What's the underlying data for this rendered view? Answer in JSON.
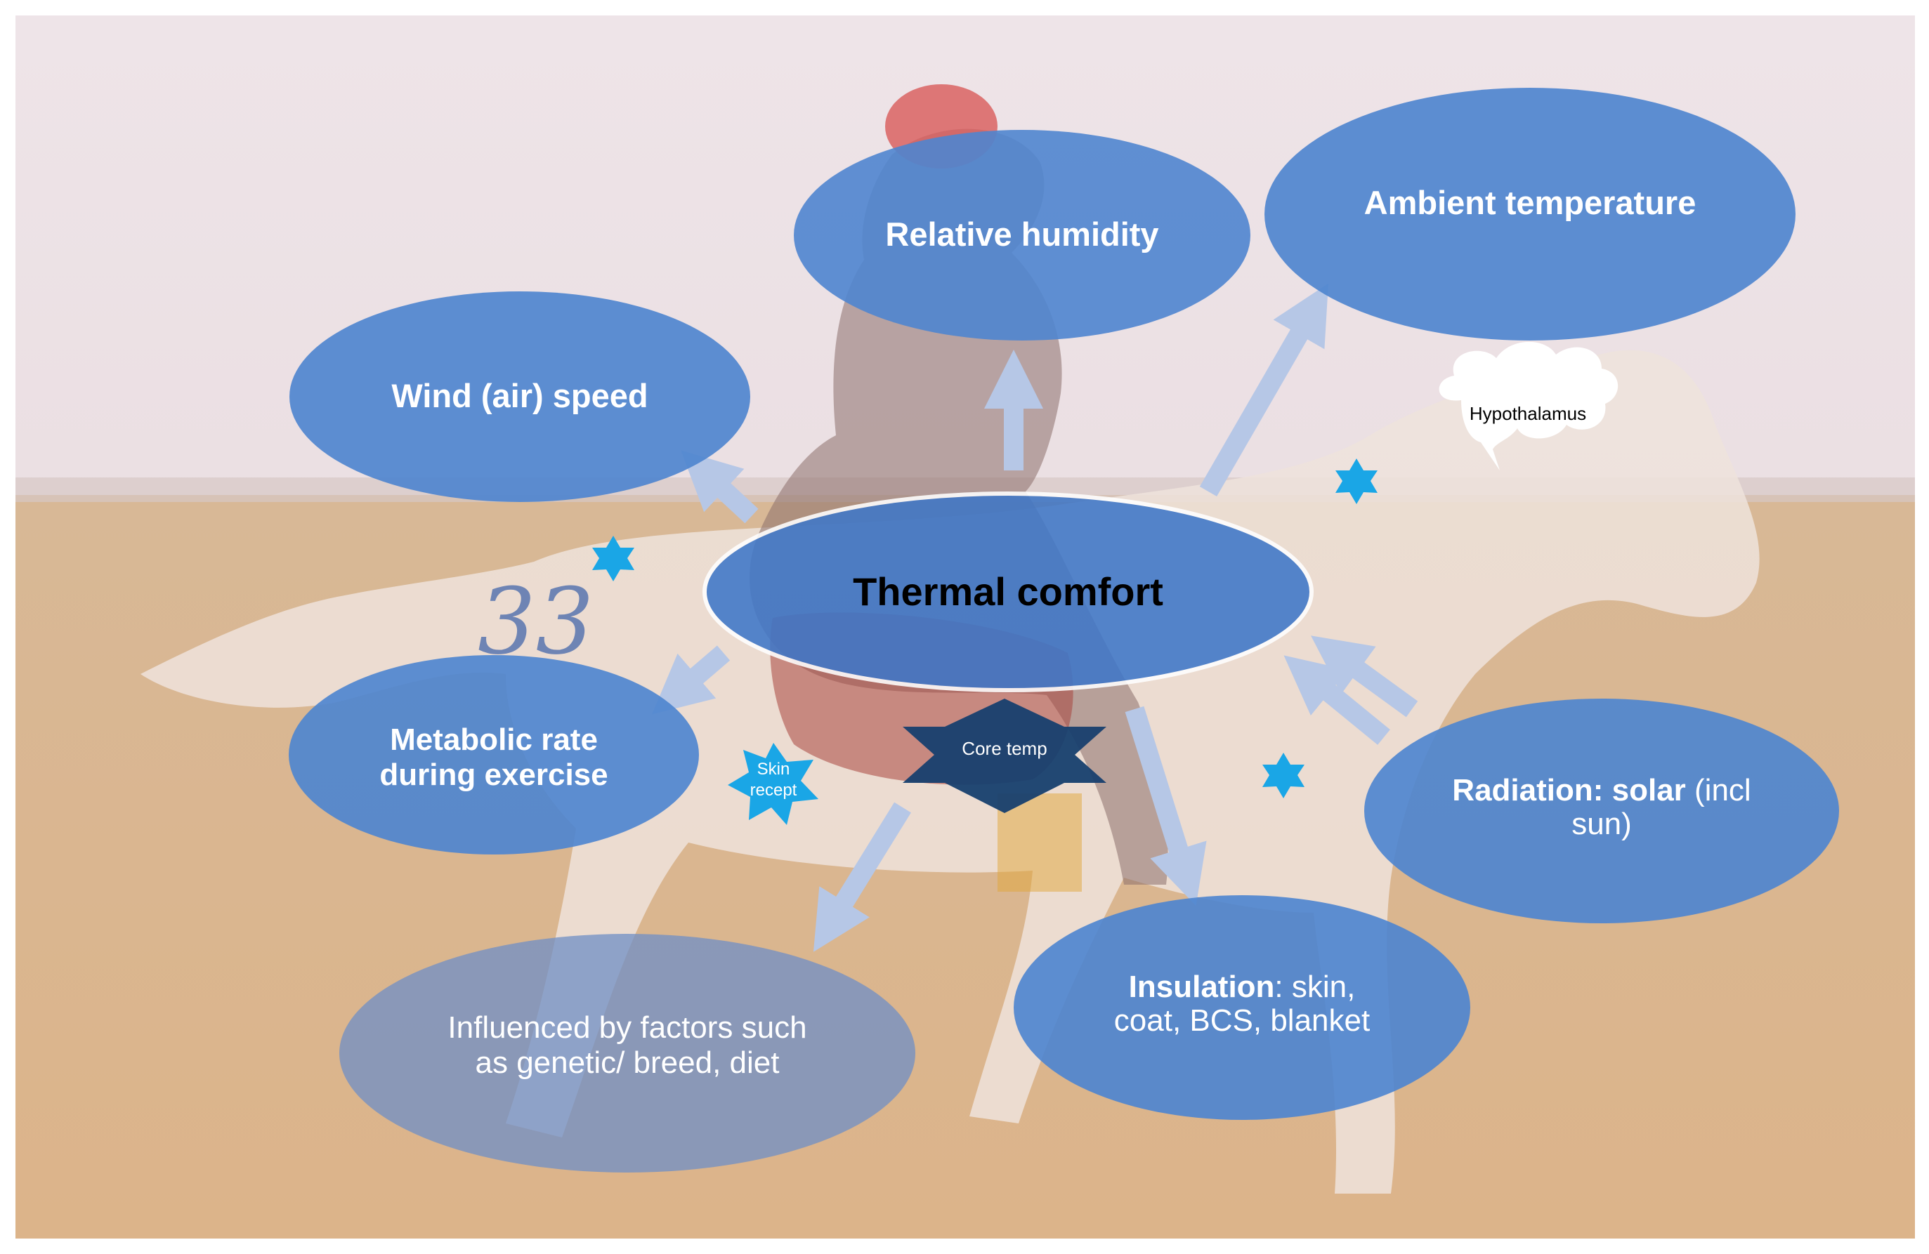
{
  "diagram": {
    "center": {
      "label": "Thermal comfort"
    },
    "factors": [
      {
        "id": "relative-humidity",
        "bold": "Relative humidity",
        "regular": ""
      },
      {
        "id": "ambient-temperature",
        "bold": "Ambient temperature",
        "regular": ""
      },
      {
        "id": "wind-speed",
        "bold": "Wind (air) speed",
        "regular": ""
      },
      {
        "id": "metabolic-rate",
        "bold": "Metabolic rate",
        "bold2": "during exercise",
        "regular": ""
      },
      {
        "id": "radiation",
        "bold": "Radiation: solar",
        "regular": " (incl",
        "regular2": "sun)"
      },
      {
        "id": "insulation",
        "bold": "Insulation",
        "regular": ": skin,",
        "regular2": "coat, BCS, blanket"
      },
      {
        "id": "influenced",
        "regular": "Influenced by factors such",
        "regular2": "as genetic/ breed, diet"
      }
    ],
    "core_temp": "Core temp",
    "skin_receptor": {
      "line1": "Skin",
      "line2": "recept"
    },
    "hypothalamus": "Hypothalamus",
    "rider_number": "33",
    "colors": {
      "ellipse_fill": "#4f85cf",
      "ellipse_faded_fill": "#6f8fc6",
      "center_fill": "#3f77c8",
      "arrow": "#b6c7e6",
      "core_temp_fill": "#173f6e",
      "star": "#1aa6e6",
      "sand": "#d9b48e",
      "sky": "#eadde2"
    }
  }
}
